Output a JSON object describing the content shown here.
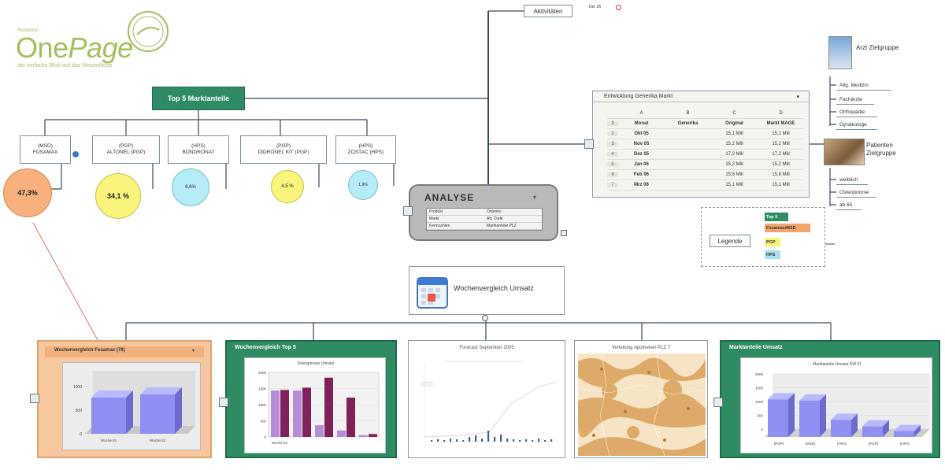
{
  "logo": {
    "small": "Redaktion",
    "name_one": "One",
    "name_page": "Page",
    "tagline": "der einfache Blick auf das Wesentliche"
  },
  "top_node": {
    "label": "Top 5 Marktanteile"
  },
  "products": [
    {
      "line1": "(MSD)",
      "line2": "FOSAMAX",
      "value": "47,3%"
    },
    {
      "line1": "(PGP)",
      "line2": "ALTONEL (PGP)",
      "value": "34,1 %"
    },
    {
      "line1": "(HPS)",
      "line2": "BONDRONAT",
      "value": "8,6%"
    },
    {
      "line1": "(PGP)",
      "line2": "DIDRONEL KIT (PGP)",
      "value": "4,5 %"
    },
    {
      "line1": "(HPS)",
      "line2": "ZOSTAC (HPS)",
      "value": "1,9%"
    }
  ],
  "activities": {
    "label": "Aktivitäten",
    "sub": "Der Zh"
  },
  "analyse": {
    "title": "ANALYSE",
    "rows": [
      [
        "Produkt",
        "Osteoko"
      ],
      [
        "Markt",
        "Atc Code"
      ],
      [
        "Kennzahlen",
        "Marktanteile PLZ"
      ]
    ]
  },
  "generika": {
    "title": "Entwicklung Generika Markt",
    "cols": [
      "A",
      "B",
      "C",
      "D"
    ],
    "headers": [
      "Monat",
      "Generika",
      "Original",
      "Markt MAGE"
    ],
    "rows": [
      [
        "Okt 05",
        "",
        "15,1 Mill",
        "15,1 Mill"
      ],
      [
        "Nov 05",
        "",
        "15,2 Mill",
        "15,2 Mill"
      ],
      [
        "Dez 05",
        "",
        "17,2 Mill",
        "17,2 Mill"
      ],
      [
        "Jan 06",
        "",
        "15,2 Mill",
        "15,2 Mill"
      ],
      [
        "Feb 06",
        "",
        "15,8 Mill",
        "15,8 Mill"
      ],
      [
        "Mrz 06",
        "",
        "15,1 Mill",
        "15,1 Mill"
      ]
    ]
  },
  "arzt": {
    "label": "Arzt Zielgruppe",
    "items": [
      "Allg. Medizin",
      "Fachärzte",
      "Orthopädie",
      "Gynäkologe"
    ]
  },
  "patienten": {
    "label": "Patienten Zielgruppe",
    "items": [
      "weiblich",
      "Osteoporose",
      "ab 65"
    ]
  },
  "legend": {
    "label": "Legende",
    "chips": [
      {
        "text": "Top 5",
        "color": "#2f8b62",
        "fg": "#ffffff"
      },
      {
        "text": "Fosamax/MSD",
        "color": "#f2a46a",
        "fg": "#333333"
      },
      {
        "text": "PGP",
        "color": "#f7f27a",
        "fg": "#333333"
      },
      {
        "text": "HPS",
        "color": "#a9e2ee",
        "fg": "#333333"
      }
    ]
  },
  "weekly": {
    "label": "Wochenvergleich Umsatz"
  },
  "panels": {
    "fosamax": {
      "title": "Wochenvergleich Fosamax (78)",
      "chart_data": {
        "type": "bar",
        "categories": [
          "Woche 51",
          "Woche 52"
        ],
        "values": [
          1150,
          1250
        ],
        "yticks": [
          "1000",
          "500",
          "0"
        ],
        "ylim": [
          0,
          1500
        ]
      }
    },
    "top5": {
      "title": "Wochenvergleich Top 5",
      "chart_data": {
        "type": "bar",
        "title": "Osteoporose Umsatz",
        "categories": [
          "Woche 51",
          "",
          "",
          "",
          ""
        ],
        "series": [
          {
            "name": "",
            "values": [
              1580,
              1580,
              400,
              220,
              60
            ],
            "color": "#b58cd6"
          },
          {
            "name": "",
            "values": [
              1600,
              1680,
              2020,
              1340,
              100
            ],
            "color": "#7f2259"
          }
        ],
        "yticks": [
          "2000",
          "1500",
          "1000",
          "500",
          "0"
        ],
        "ylim": [
          0,
          2200
        ]
      }
    },
    "forecast": {
      "title": "Forecast September 2005"
    },
    "map": {
      "title": "Verteilung Apotheken PLZ 7"
    },
    "markt": {
      "title": "Marktanteile Umsatz",
      "chart_data": {
        "type": "bar",
        "title": "Marktanteile Umsatz KW 51",
        "categories": [
          "(PGP)",
          "(MSD)",
          "(HPS)",
          "(PGP)",
          "(HPS)"
        ],
        "values": [
          1500,
          1450,
          680,
          420,
          230
        ],
        "yticks": [
          "2000",
          "1500",
          "1000",
          "500",
          "0"
        ],
        "ylim": [
          0,
          2200
        ]
      }
    }
  }
}
